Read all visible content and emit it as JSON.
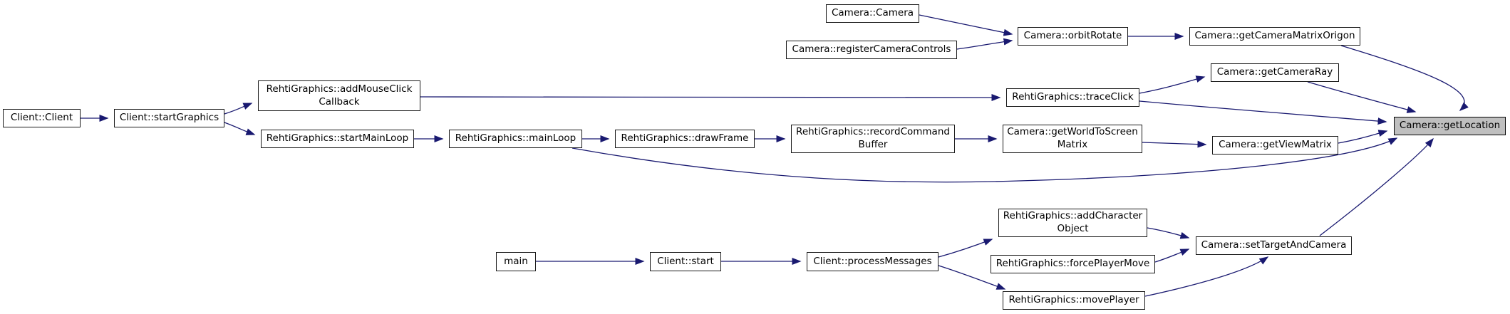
{
  "diagram": {
    "type": "doxygen-call-graph",
    "focused_function": "Camera::getLocation",
    "colors": {
      "background": "#ffffff",
      "edge": "#191970",
      "node_fill": "#ffffff",
      "node_border": "#1a1a1a",
      "focal_node_fill": "#bfbfbf",
      "text": "#000000"
    },
    "nodes": [
      {
        "id": "camera_camera",
        "label": "Camera::Camera",
        "focal": false
      },
      {
        "id": "register_camera_controls",
        "label": "Camera::registerCameraControls",
        "focal": false
      },
      {
        "id": "orbit_rotate",
        "label": "Camera::orbitRotate",
        "focal": false
      },
      {
        "id": "get_camera_matrix_origon",
        "label": "Camera::getCameraMatrixOrigon",
        "focal": false
      },
      {
        "id": "get_camera_ray",
        "label": "Camera::getCameraRay",
        "focal": false
      },
      {
        "id": "trace_click",
        "label": "RehtiGraphics::traceClick",
        "focal": false
      },
      {
        "id": "client_client",
        "label": "Client::Client",
        "focal": false
      },
      {
        "id": "start_graphics",
        "label": "Client::startGraphics",
        "focal": false
      },
      {
        "id": "add_mouse_click_callback",
        "label": "RehtiGraphics::addMouseClick\nCallback",
        "focal": false
      },
      {
        "id": "start_main_loop",
        "label": "RehtiGraphics::startMainLoop",
        "focal": false
      },
      {
        "id": "main_loop",
        "label": "RehtiGraphics::mainLoop",
        "focal": false
      },
      {
        "id": "draw_frame",
        "label": "RehtiGraphics::drawFrame",
        "focal": false
      },
      {
        "id": "record_command_buffer",
        "label": "RehtiGraphics::recordCommand\nBuffer",
        "focal": false
      },
      {
        "id": "get_world_to_screen_matrix",
        "label": "Camera::getWorldToScreen\nMatrix",
        "focal": false
      },
      {
        "id": "get_view_matrix",
        "label": "Camera::getViewMatrix",
        "focal": false
      },
      {
        "id": "get_location",
        "label": "Camera::getLocation",
        "focal": true
      },
      {
        "id": "add_character_object",
        "label": "RehtiGraphics::addCharacter\nObject",
        "focal": false
      },
      {
        "id": "set_target_and_camera",
        "label": "Camera::setTargetAndCamera",
        "focal": false
      },
      {
        "id": "force_player_move",
        "label": "RehtiGraphics::forcePlayerMove",
        "focal": false
      },
      {
        "id": "move_player",
        "label": "RehtiGraphics::movePlayer",
        "focal": false
      },
      {
        "id": "main",
        "label": "main",
        "focal": false
      },
      {
        "id": "client_start",
        "label": "Client::start",
        "focal": false
      },
      {
        "id": "process_messages",
        "label": "Client::processMessages",
        "focal": false
      }
    ],
    "edges": [
      {
        "from": "camera_camera",
        "to": "orbit_rotate"
      },
      {
        "from": "register_camera_controls",
        "to": "orbit_rotate"
      },
      {
        "from": "orbit_rotate",
        "to": "get_camera_matrix_origon"
      },
      {
        "from": "get_camera_matrix_origon",
        "to": "get_location"
      },
      {
        "from": "get_camera_ray",
        "to": "get_location"
      },
      {
        "from": "trace_click",
        "to": "get_camera_ray"
      },
      {
        "from": "trace_click",
        "to": "get_location"
      },
      {
        "from": "client_client",
        "to": "start_graphics"
      },
      {
        "from": "start_graphics",
        "to": "add_mouse_click_callback"
      },
      {
        "from": "start_graphics",
        "to": "start_main_loop"
      },
      {
        "from": "add_mouse_click_callback",
        "to": "trace_click"
      },
      {
        "from": "start_main_loop",
        "to": "main_loop"
      },
      {
        "from": "main_loop",
        "to": "draw_frame"
      },
      {
        "from": "main_loop",
        "to": "get_location"
      },
      {
        "from": "draw_frame",
        "to": "record_command_buffer"
      },
      {
        "from": "record_command_buffer",
        "to": "get_world_to_screen_matrix"
      },
      {
        "from": "get_world_to_screen_matrix",
        "to": "get_view_matrix"
      },
      {
        "from": "get_view_matrix",
        "to": "get_location"
      },
      {
        "from": "main",
        "to": "client_start"
      },
      {
        "from": "client_start",
        "to": "process_messages"
      },
      {
        "from": "process_messages",
        "to": "add_character_object"
      },
      {
        "from": "process_messages",
        "to": "move_player"
      },
      {
        "from": "add_character_object",
        "to": "set_target_and_camera"
      },
      {
        "from": "force_player_move",
        "to": "set_target_and_camera"
      },
      {
        "from": "move_player",
        "to": "set_target_and_camera"
      },
      {
        "from": "set_target_and_camera",
        "to": "get_location"
      }
    ]
  }
}
